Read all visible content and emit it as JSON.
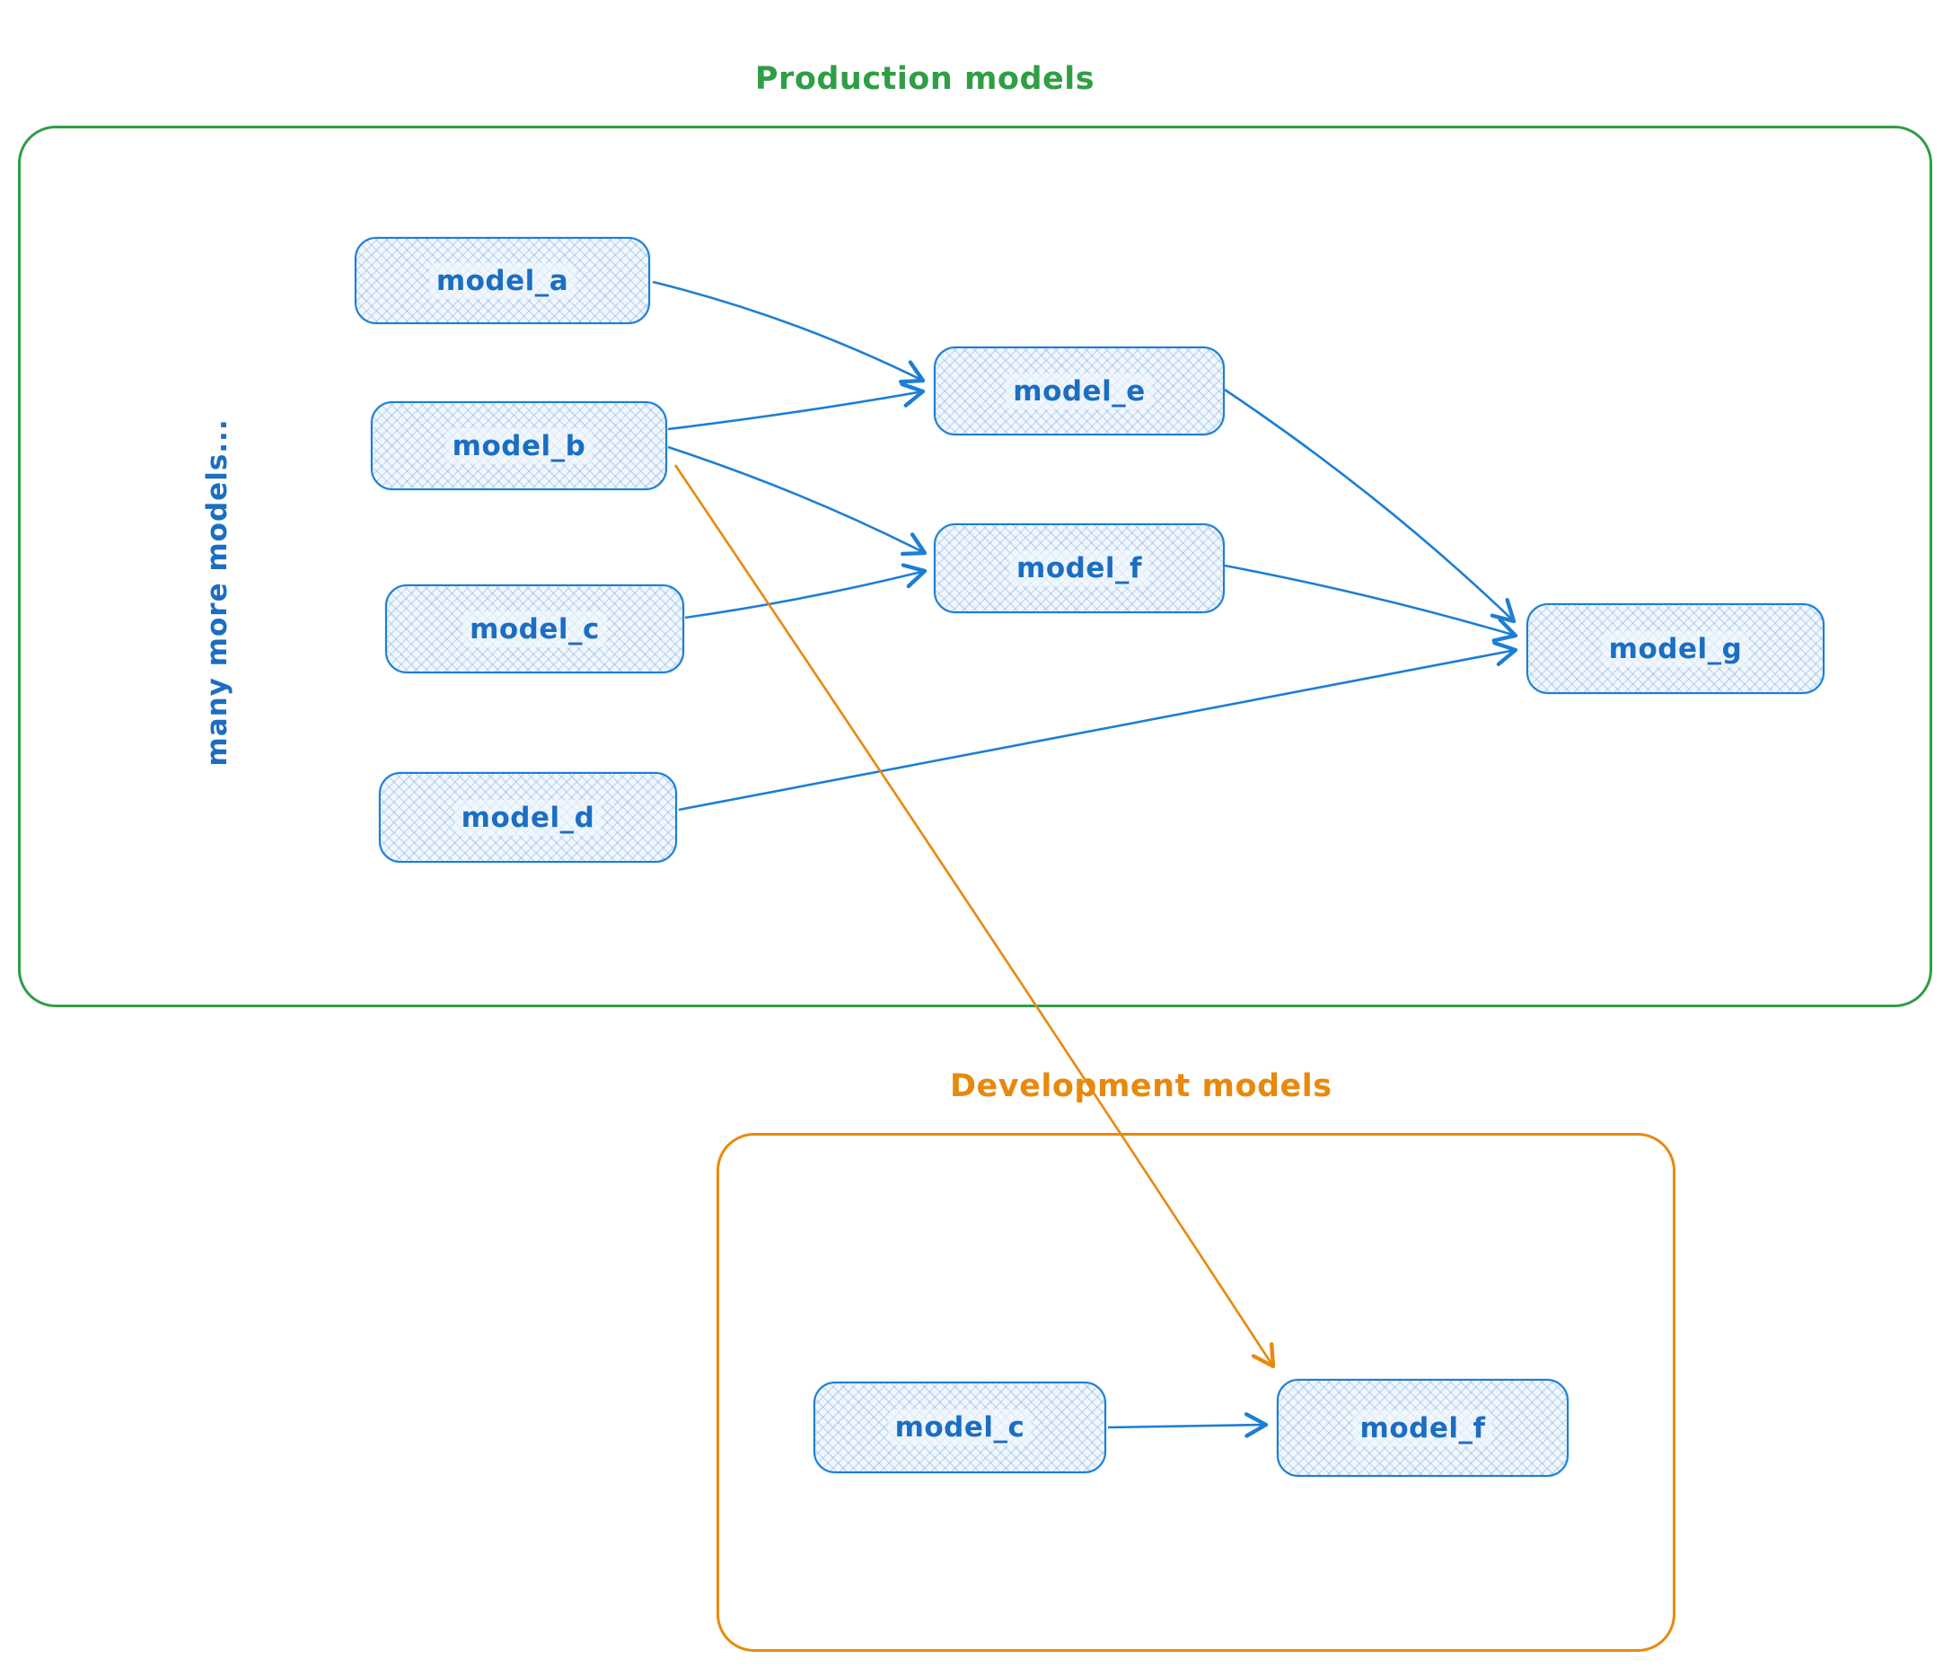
{
  "diagram": {
    "production": {
      "title": "Production models",
      "side_label": "many more models...",
      "nodes": {
        "model_a": {
          "label": "model_a"
        },
        "model_b": {
          "label": "model_b"
        },
        "model_c": {
          "label": "model_c"
        },
        "model_d": {
          "label": "model_d"
        },
        "model_e": {
          "label": "model_e"
        },
        "model_f": {
          "label": "model_f"
        },
        "model_g": {
          "label": "model_g"
        }
      }
    },
    "development": {
      "title": "Development models",
      "nodes": {
        "model_c": {
          "label": "model_c"
        },
        "model_f": {
          "label": "model_f"
        }
      }
    },
    "edges": [
      {
        "from": "production.model_a",
        "to": "production.model_e",
        "color": "#1c7ed6"
      },
      {
        "from": "production.model_b",
        "to": "production.model_e",
        "color": "#1c7ed6"
      },
      {
        "from": "production.model_b",
        "to": "production.model_f",
        "color": "#1c7ed6"
      },
      {
        "from": "production.model_c",
        "to": "production.model_f",
        "color": "#1c7ed6"
      },
      {
        "from": "production.model_e",
        "to": "production.model_g",
        "color": "#1c7ed6"
      },
      {
        "from": "production.model_f",
        "to": "production.model_g",
        "color": "#1c7ed6"
      },
      {
        "from": "production.model_d",
        "to": "production.model_g",
        "color": "#1c7ed6"
      },
      {
        "from": "production.model_b",
        "to": "development.model_f",
        "color": "#e8890c"
      },
      {
        "from": "development.model_c",
        "to": "development.model_f",
        "color": "#1c7ed6"
      }
    ],
    "colors": {
      "production_border": "#2f9e44",
      "development_border": "#e8890c",
      "node_border": "#1c7ed6",
      "node_fill": "#f1f7fd",
      "node_text": "#1b6ec2",
      "blue_edge": "#1c7ed6",
      "orange_edge": "#e8890c"
    }
  }
}
